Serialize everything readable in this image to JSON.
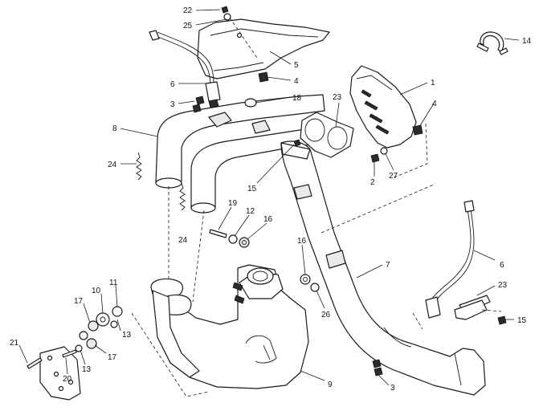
{
  "diagram": {
    "callouts": [
      {
        "id": "c22",
        "label": "22"
      },
      {
        "id": "c25",
        "label": "25"
      },
      {
        "id": "c5",
        "label": "5"
      },
      {
        "id": "c4a",
        "label": "4"
      },
      {
        "id": "c6a",
        "label": "6"
      },
      {
        "id": "c3a",
        "label": "3"
      },
      {
        "id": "c18",
        "label": "18"
      },
      {
        "id": "c8",
        "label": "8"
      },
      {
        "id": "c24a",
        "label": "24"
      },
      {
        "id": "c23a",
        "label": "23"
      },
      {
        "id": "c1",
        "label": "1"
      },
      {
        "id": "c4b",
        "label": "4"
      },
      {
        "id": "c2",
        "label": "2"
      },
      {
        "id": "c27",
        "label": "27"
      },
      {
        "id": "c14",
        "label": "14"
      },
      {
        "id": "c15a",
        "label": "15"
      },
      {
        "id": "c19",
        "label": "19"
      },
      {
        "id": "c12",
        "label": "12"
      },
      {
        "id": "c16a",
        "label": "16"
      },
      {
        "id": "c24b",
        "label": "24"
      },
      {
        "id": "c16b",
        "label": "16"
      },
      {
        "id": "c26",
        "label": "26"
      },
      {
        "id": "c7",
        "label": "7"
      },
      {
        "id": "c6b",
        "label": "6"
      },
      {
        "id": "c23b",
        "label": "23"
      },
      {
        "id": "c15b",
        "label": "15"
      },
      {
        "id": "c11",
        "label": "11"
      },
      {
        "id": "c10",
        "label": "10"
      },
      {
        "id": "c17a",
        "label": "17"
      },
      {
        "id": "c13a",
        "label": "13"
      },
      {
        "id": "c17b",
        "label": "17"
      },
      {
        "id": "c21",
        "label": "21"
      },
      {
        "id": "c13b",
        "label": "13"
      },
      {
        "id": "c20",
        "label": "20"
      },
      {
        "id": "c9",
        "label": "9"
      },
      {
        "id": "c3b",
        "label": "3"
      }
    ]
  }
}
